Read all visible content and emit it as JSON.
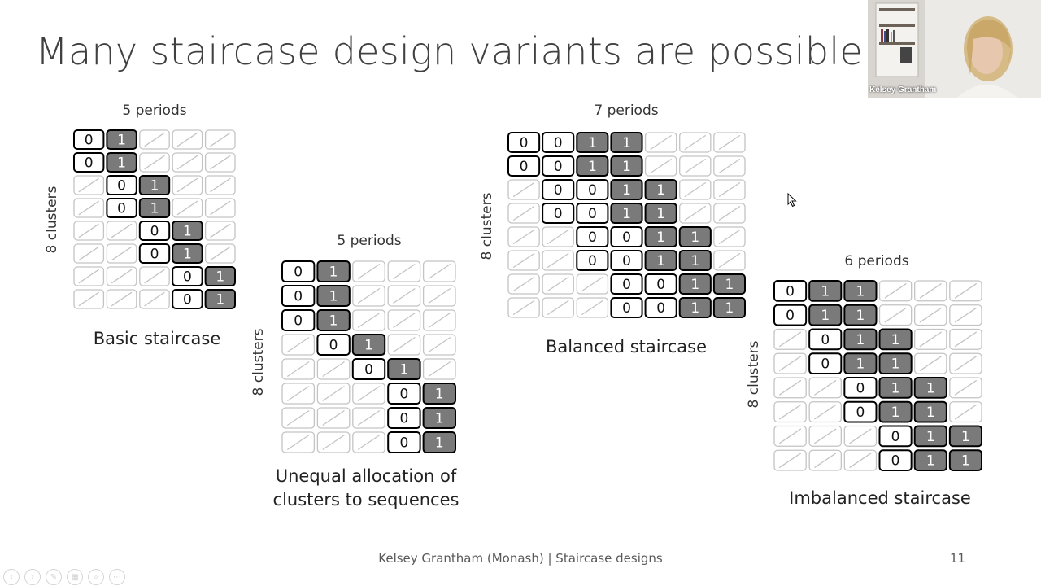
{
  "slide": {
    "title": "Many staircase design variants are possible",
    "footer": "Kelsey Grantham (Monash) | Staircase designs",
    "page_number": "11"
  },
  "webcam": {
    "name": "Kelsey Grantham"
  },
  "colors": {
    "treated_fill": "#7a7a7a",
    "control_fill": "#ffffff",
    "empty_stroke": "#c4c4c4",
    "cell_border": "#000000"
  },
  "designs": [
    {
      "id": "basic",
      "periods_label": "5 periods",
      "clusters_label": "8 clusters",
      "caption_lines": [
        "Basic staircase"
      ],
      "grid": [
        [
          "0",
          "1",
          "-",
          "-",
          "-"
        ],
        [
          "0",
          "1",
          "-",
          "-",
          "-"
        ],
        [
          "-",
          "0",
          "1",
          "-",
          "-"
        ],
        [
          "-",
          "0",
          "1",
          "-",
          "-"
        ],
        [
          "-",
          "-",
          "0",
          "1",
          "-"
        ],
        [
          "-",
          "-",
          "0",
          "1",
          "-"
        ],
        [
          "-",
          "-",
          "-",
          "0",
          "1"
        ],
        [
          "-",
          "-",
          "-",
          "0",
          "1"
        ]
      ]
    },
    {
      "id": "unequal",
      "periods_label": "5 periods",
      "clusters_label": "8 clusters",
      "caption_lines": [
        "Unequal allocation of",
        "clusters to sequences"
      ],
      "grid": [
        [
          "0",
          "1",
          "-",
          "-",
          "-"
        ],
        [
          "0",
          "1",
          "-",
          "-",
          "-"
        ],
        [
          "0",
          "1",
          "-",
          "-",
          "-"
        ],
        [
          "-",
          "0",
          "1",
          "-",
          "-"
        ],
        [
          "-",
          "-",
          "0",
          "1",
          "-"
        ],
        [
          "-",
          "-",
          "-",
          "0",
          "1"
        ],
        [
          "-",
          "-",
          "-",
          "0",
          "1"
        ],
        [
          "-",
          "-",
          "-",
          "0",
          "1"
        ]
      ]
    },
    {
      "id": "balanced",
      "periods_label": "7 periods",
      "clusters_label": "8 clusters",
      "caption_lines": [
        "Balanced staircase"
      ],
      "grid": [
        [
          "0",
          "0",
          "1",
          "1",
          "-",
          "-",
          "-"
        ],
        [
          "0",
          "0",
          "1",
          "1",
          "-",
          "-",
          "-"
        ],
        [
          "-",
          "0",
          "0",
          "1",
          "1",
          "-",
          "-"
        ],
        [
          "-",
          "0",
          "0",
          "1",
          "1",
          "-",
          "-"
        ],
        [
          "-",
          "-",
          "0",
          "0",
          "1",
          "1",
          "-"
        ],
        [
          "-",
          "-",
          "0",
          "0",
          "1",
          "1",
          "-"
        ],
        [
          "-",
          "-",
          "-",
          "0",
          "0",
          "1",
          "1"
        ],
        [
          "-",
          "-",
          "-",
          "0",
          "0",
          "1",
          "1"
        ]
      ]
    },
    {
      "id": "imbalanced",
      "periods_label": "6 periods",
      "clusters_label": "8 clusters",
      "caption_lines": [
        "Imbalanced staircase"
      ],
      "grid": [
        [
          "0",
          "1",
          "1",
          "-",
          "-",
          "-"
        ],
        [
          "0",
          "1",
          "1",
          "-",
          "-",
          "-"
        ],
        [
          "-",
          "0",
          "1",
          "1",
          "-",
          "-"
        ],
        [
          "-",
          "0",
          "1",
          "1",
          "-",
          "-"
        ],
        [
          "-",
          "-",
          "0",
          "1",
          "1",
          "-"
        ],
        [
          "-",
          "-",
          "0",
          "1",
          "1",
          "-"
        ],
        [
          "-",
          "-",
          "-",
          "0",
          "1",
          "1"
        ],
        [
          "-",
          "-",
          "-",
          "0",
          "1",
          "1"
        ]
      ]
    }
  ]
}
